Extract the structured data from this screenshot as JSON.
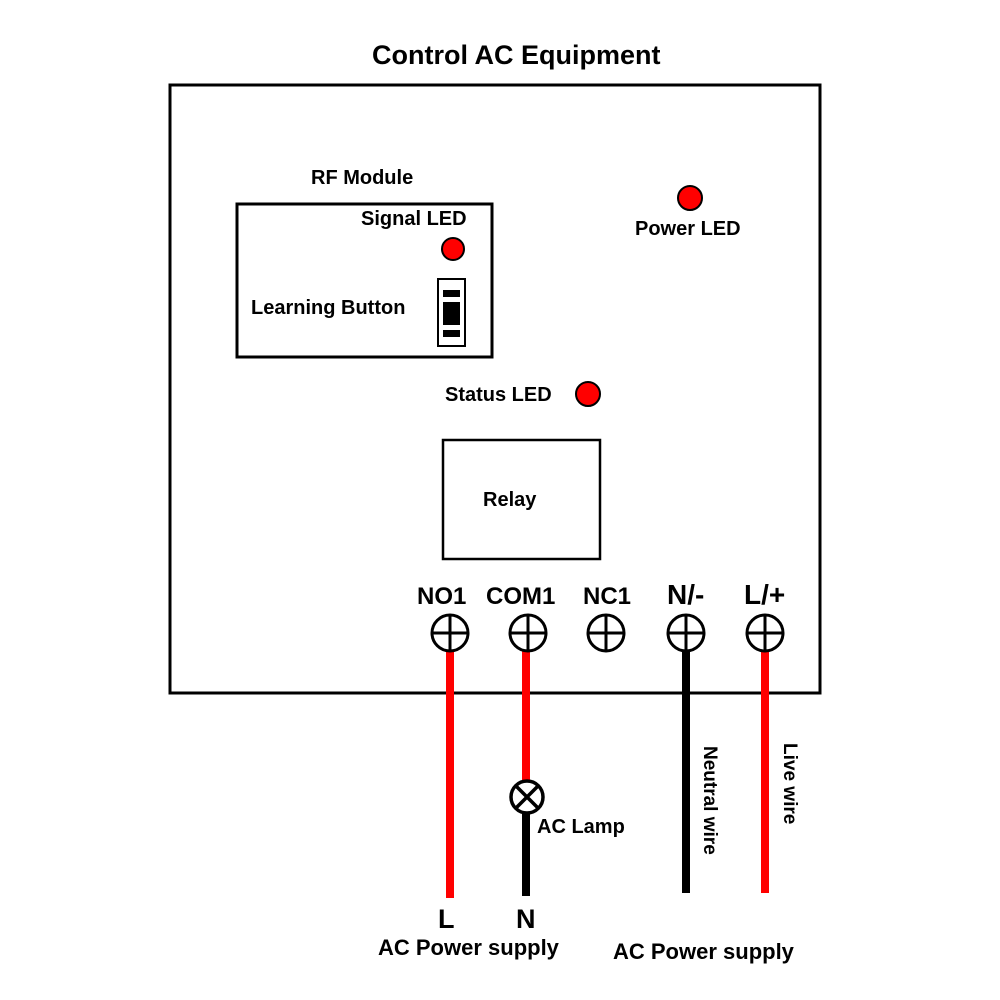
{
  "title": "Control AC Equipment",
  "colors": {
    "live": "#ff0000",
    "neutral": "#000000",
    "led": "#ff0000",
    "outline": "#000000"
  },
  "rf_module": {
    "label": "RF Module",
    "signal_led_label": "Signal LED",
    "learning_button_label": "Learning Button"
  },
  "power_led_label": "Power LED",
  "status_led_label": "Status LED",
  "relay_label": "Relay",
  "terminals": [
    {
      "id": "no1",
      "label": "NO1",
      "wire": "live"
    },
    {
      "id": "com1",
      "label": "COM1",
      "wire": "live"
    },
    {
      "id": "nc1",
      "label": "NC1",
      "wire": "none"
    },
    {
      "id": "n",
      "label": "N/-",
      "wire": "neutral"
    },
    {
      "id": "l",
      "label": "L/+",
      "wire": "live"
    }
  ],
  "lamp_label": "AC Lamp",
  "neutral_wire_label": "Neutral wire",
  "live_wire_label": "Live wire",
  "supply_left": {
    "l_label": "L",
    "n_label": "N",
    "caption": "AC Power supply"
  },
  "supply_right": {
    "caption": "AC Power supply"
  }
}
